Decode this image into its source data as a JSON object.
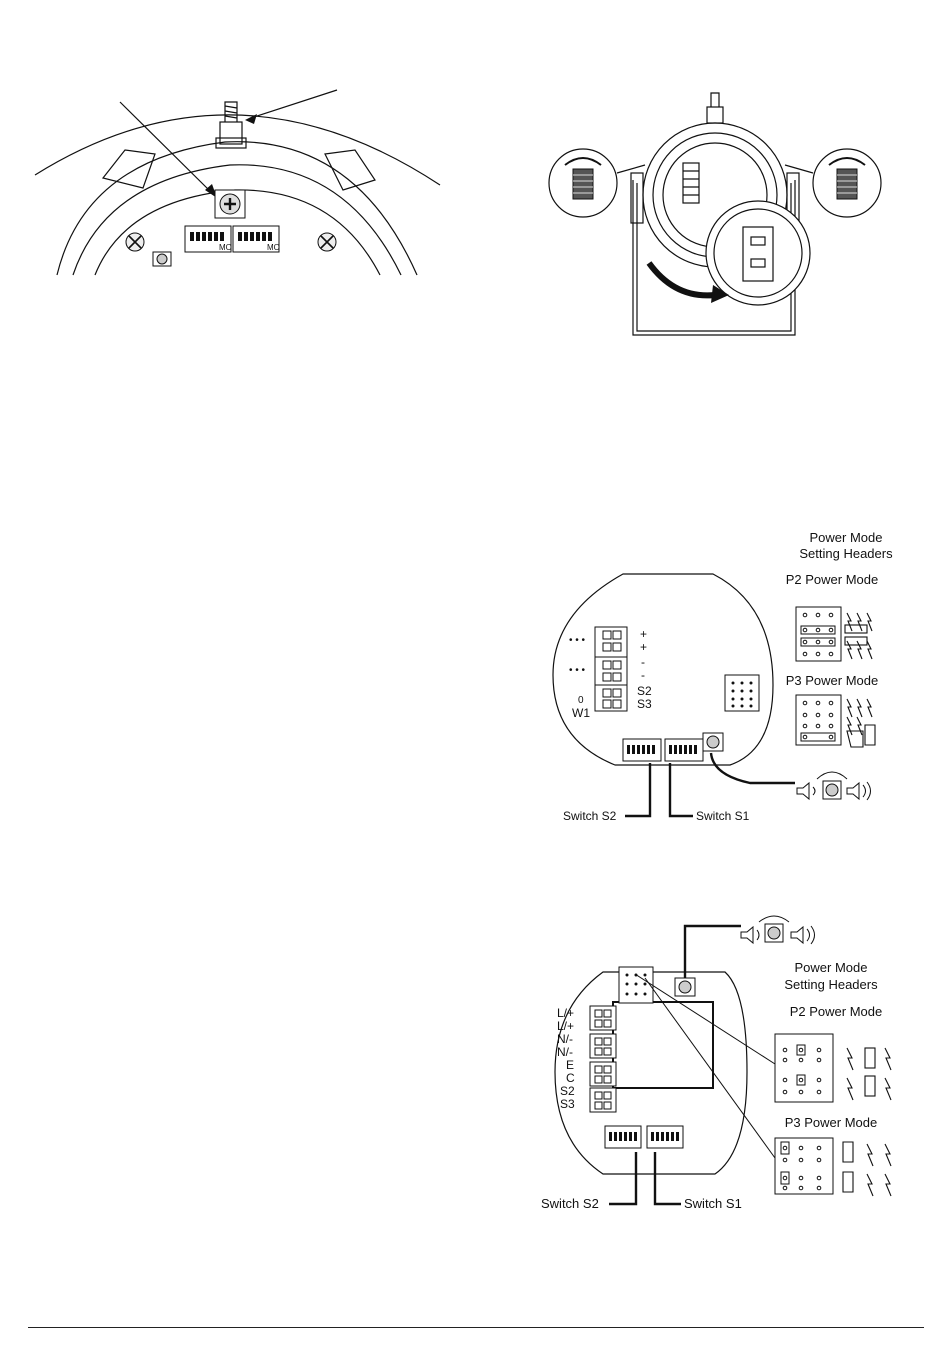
{
  "colors": {
    "line": "#111111",
    "paper": "#ffffff",
    "shade": "#d8d8d8"
  },
  "figure_top_left": {
    "dip_label": "MO"
  },
  "figure_dc_board": {
    "title_line1": "Power Mode",
    "title_line2": "Setting Headers",
    "p2_label": "P2 Power Mode",
    "p3_label": "P3 Power Mode",
    "terminals": [
      "+",
      "+",
      "-",
      "-",
      "S2",
      "S3"
    ],
    "jumper_label": "W1",
    "jumper_mark": "0",
    "switch_s2": "Switch S2",
    "switch_s1": "Switch S1"
  },
  "figure_ac_board": {
    "title_line1": "Power Mode",
    "title_line2": "Setting Headers",
    "p2_label": "P2 Power Mode",
    "p3_label": "P3 Power Mode",
    "terminals": [
      "L/+",
      "L/+",
      "N/-",
      "N/-",
      "E",
      "C",
      "S2",
      "S3"
    ],
    "switch_s2": "Switch S2",
    "switch_s1": "Switch S1"
  }
}
